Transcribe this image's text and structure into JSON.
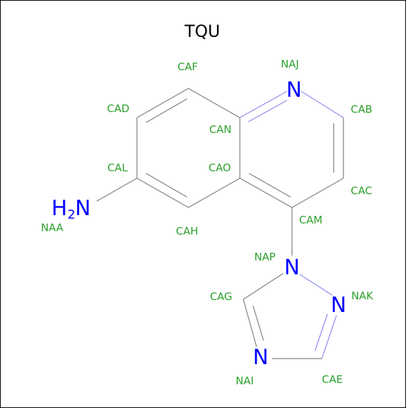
{
  "title": "TQU",
  "colors": {
    "bond": "#808080",
    "bond_n": "#8c8cf0",
    "label": "#2ca02c",
    "nitrogen": "#0000ff",
    "frame": "#000000"
  },
  "atom_labels": {
    "CAF": "CAF",
    "NAJ": "NAJ",
    "CAD": "CAD",
    "CAB": "CAB",
    "CAN": "CAN",
    "CAL": "CAL",
    "CAO": "CAO",
    "CAC": "CAC",
    "NAA": "NAA",
    "CAH": "CAH",
    "CAM": "CAM",
    "NAP": "NAP",
    "CAG": "CAG",
    "NAK": "NAK",
    "NAI": "NAI",
    "CAE": "CAE"
  },
  "elements": {
    "n_naj": "N",
    "n_nap": "N",
    "n_nak": "N",
    "n_nai": "N",
    "amine_h": "H",
    "amine_sub": "2",
    "amine_n": "N"
  }
}
